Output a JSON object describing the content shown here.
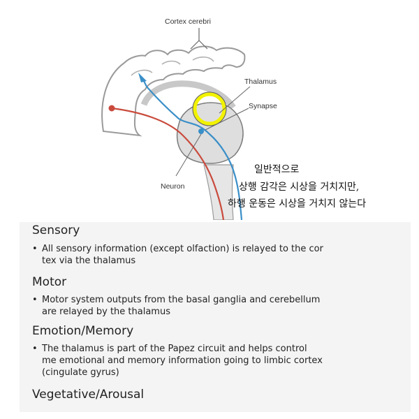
{
  "diagram": {
    "labels": {
      "cortex": "Cortex cerebri",
      "thalamus": "Thalamus",
      "synapse": "Synapse",
      "neuron": "Neuron"
    },
    "annotation_korean": {
      "line1": "일반적으로",
      "line2": "상행 감각은 시상을 거치지만,",
      "line3": "하행 운동은 시상을 거치지 않는다"
    },
    "colors": {
      "sensory_path": "#3a8fc8",
      "motor_path": "#c94a3c",
      "highlight_ring": "#f2f200",
      "thalamus_fill": "#dedede"
    }
  },
  "slide": {
    "sections": [
      {
        "heading": "Sensory",
        "bullet_lines": [
          "All sensory information (except olfaction) is relayed to the cor",
          "tex via the thalamus"
        ]
      },
      {
        "heading": "Motor",
        "bullet_lines": [
          "Motor system outputs from the basal ganglia and cerebellum",
          "are relayed by the thalamus"
        ]
      },
      {
        "heading": "Emotion/Memory",
        "bullet_lines": [
          "The thalamus is part of the Papez circuit and helps control",
          "me emotional and memory information going to limbic cortex",
          "(cingulate gyrus)"
        ]
      },
      {
        "heading": "Vegetative/Arousal",
        "bullet_lines": []
      }
    ],
    "bullet_symbol": "•"
  }
}
